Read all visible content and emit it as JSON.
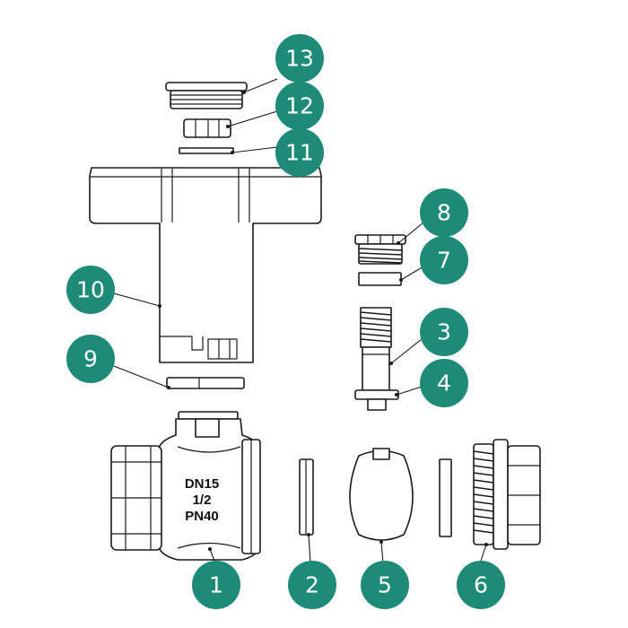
{
  "badge_color": "#1e8a78",
  "valve_markings": [
    "DN15",
    "1/2",
    "PN40"
  ],
  "callouts": [
    {
      "number": "1",
      "part": "valve-body"
    },
    {
      "number": "2",
      "part": "gasket"
    },
    {
      "number": "3",
      "part": "stem"
    },
    {
      "number": "4",
      "part": "stem-base"
    },
    {
      "number": "5",
      "part": "ball"
    },
    {
      "number": "6",
      "part": "threaded-end-cap"
    },
    {
      "number": "7",
      "part": "stem-seal"
    },
    {
      "number": "8",
      "part": "packing-nut"
    },
    {
      "number": "9",
      "part": "washer"
    },
    {
      "number": "10",
      "part": "t-handle"
    },
    {
      "number": "11",
      "part": "spacer"
    },
    {
      "number": "12",
      "part": "hex-nut"
    },
    {
      "number": "13",
      "part": "cap"
    }
  ]
}
